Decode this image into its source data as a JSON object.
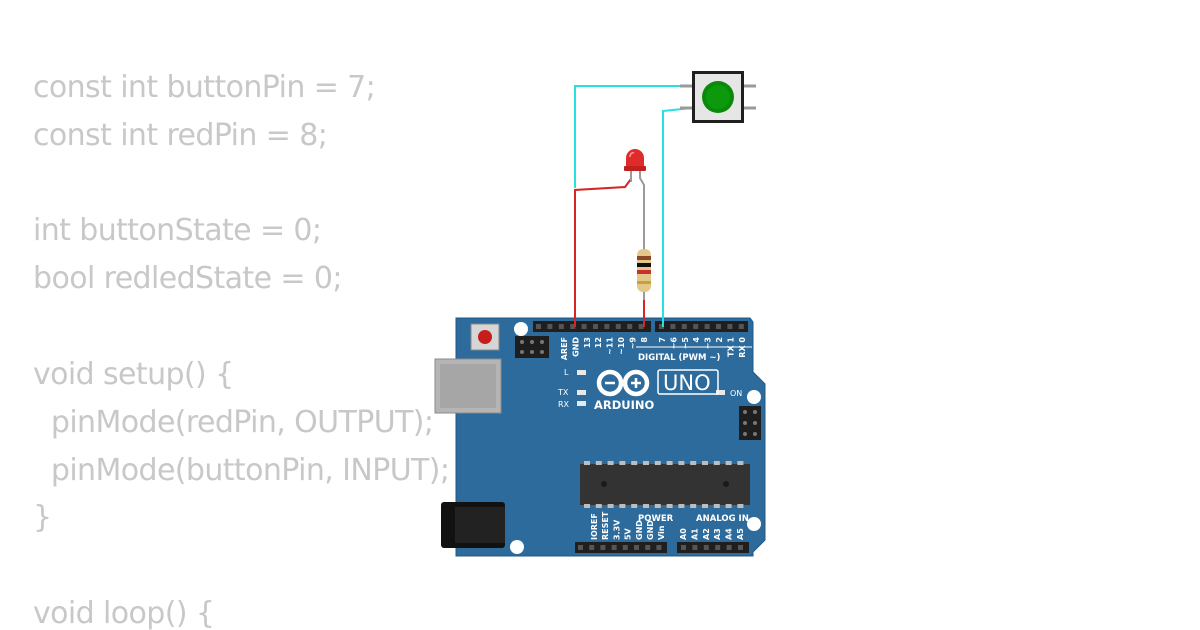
{
  "code": {
    "lines": [
      "const int buttonPin = 7;",
      "const int redPin = 8;",
      "",
      "int buttonState = 0;",
      "bool redledState = 0;",
      "",
      "void setup() {",
      "  pinMode(redPin, OUTPUT);",
      "  pinMode(buttonPin, INPUT);",
      "}",
      "",
      "void loop() {"
    ]
  },
  "board": {
    "model_label": "UNO",
    "brand_label": "ARDUINO",
    "digital_header_label": "DIGITAL (PWM ~)",
    "power_header_label": "POWER",
    "analog_header_label": "ANALOG IN",
    "on_label": "ON",
    "l_label": "L",
    "tx_label": "TX",
    "rx_label": "RX",
    "top_left_pins": [
      "AREF",
      "GND",
      "13",
      "12",
      "~11",
      "~10",
      "~9",
      "8"
    ],
    "top_right_pins": [
      "7",
      "~6",
      "~5",
      "4",
      "~3",
      "2",
      "TX 1",
      "RX 0"
    ],
    "power_pins": [
      "IOREF",
      "RESET",
      "3.3V",
      "5V",
      "GND",
      "GND",
      "Vin"
    ],
    "analog_pins": [
      "A0",
      "A1",
      "A2",
      "A3",
      "A4",
      "A5"
    ]
  },
  "colors": {
    "board_blue": "#2d6b9c",
    "wire_red": "#d32626",
    "wire_cyan": "#27e0e0",
    "led_red": "#e02b2b",
    "button_green": "#0a8a0a",
    "code_text": "#c8c8c8"
  }
}
